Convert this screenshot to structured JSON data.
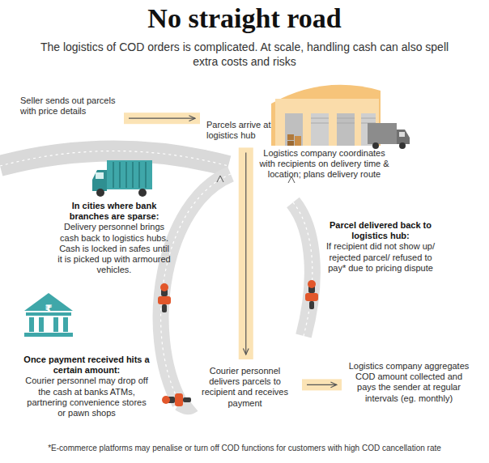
{
  "diagram": {
    "title": "No straight road",
    "caption": "*E-commerce platforms may penalise or turn off COD functions for customers with high COD cancellation rate",
    "nodes": [
      {
        "text": [
          "Seller sends out parcels with price details"
        ]
      },
      {
        "text": [
          "Parcels arrive at logistics hub"
        ]
      },
      {
        "text": [
          "Logistics company coordinates with recipients on delivery time & location; plans delivery route"
        ]
      },
      {
        "text": [
          "In cities where bank branches are sparse:",
          "Delivery personnel brings cash back to logistics hubs. Cash is locked in safes until it is picked up with armoured vehicles."
        ]
      },
      {
        "text": [
          "Parcel delivered back to logistics hub:",
          "If recipient did not show up/ rejected parcel/ refused to pay* due to pricing dispute"
        ]
      },
      {
        "text": [
          "Once payment received hits a certain amount:",
          "Courier personnel may drop off the cash at banks ATMs, partnering convenience stores or pawn shops"
        ]
      },
      {
        "text": [
          "Courier personnel delivers parcels to recipient and receives payment"
        ]
      },
      {
        "text": [
          "Logistics company aggregates COD amount collected and pays the sender at regular intervals (eg. monthly)"
        ]
      }
    ],
    "edges": [
      {
        "from": 0,
        "to": 1,
        "arrow": "to"
      },
      {
        "from": 1,
        "to": 6,
        "arrow": "to"
      },
      {
        "from": 6,
        "to": 7,
        "arrow": "to"
      }
    ],
    "labels": [
      "The logistics of COD orders is complicated. At scale, handling cash can also spell extra costs and risks",
      "₹"
    ]
  }
}
